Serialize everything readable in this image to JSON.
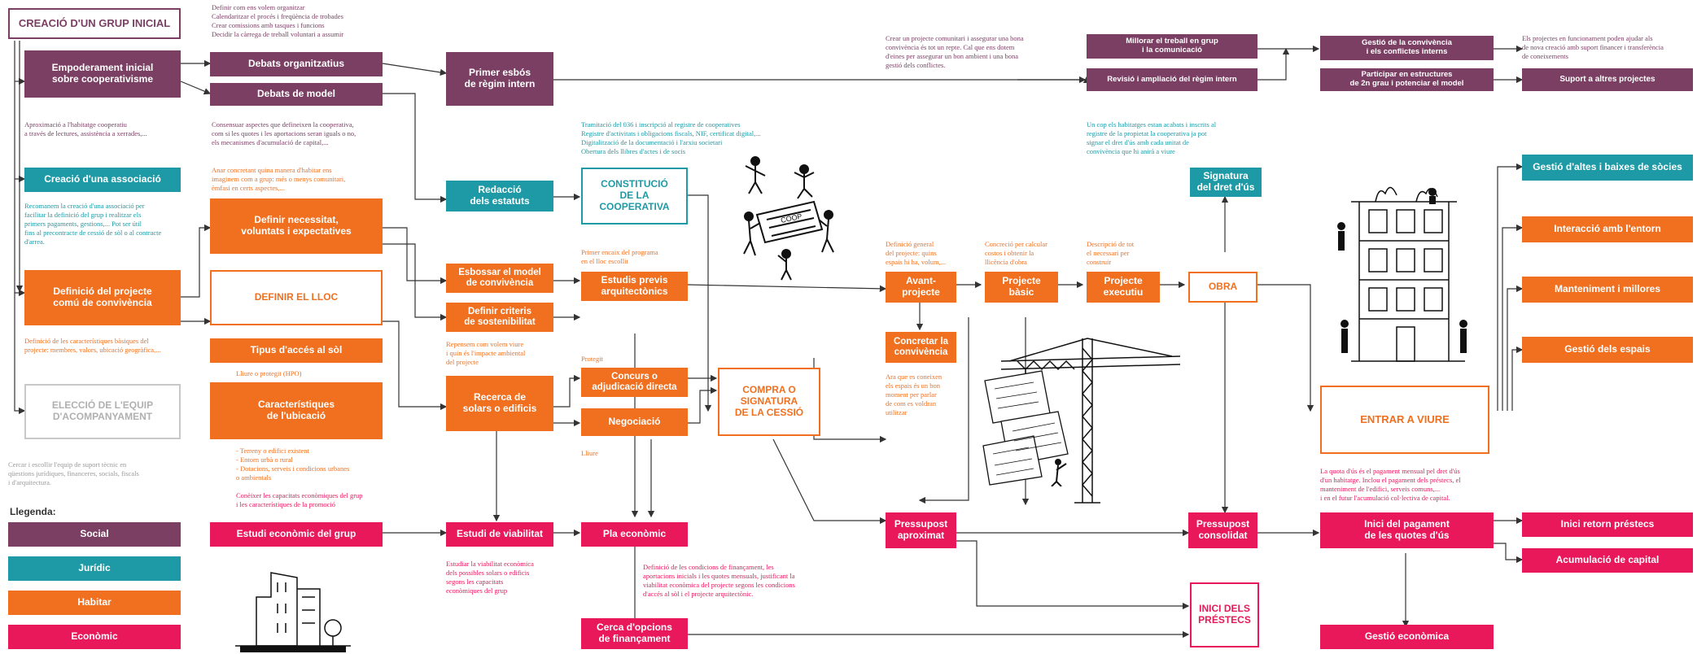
{
  "colors": {
    "social": "#7b3f63",
    "juridic": "#1e9aa6",
    "habitar": "#f07020",
    "economic": "#e8185a"
  },
  "boxes": {
    "creacio_grup": "CREACIÓ D'UN GRUP INICIAL",
    "empoderament": "Empoderament inicial\nsobre cooperativisme",
    "debats_org": "Debats organitzatius",
    "debats_model": "Debats de model",
    "primer_esbos": "Primer esbós\nde règim intern",
    "millorar": "Millorar el treball en grup\ni la comunicació",
    "revisio": "Revisió i ampliació del règim intern",
    "gestio_convivencia": "Gestió de la convivència\ni els conflictes interns",
    "participar": "Participar en estructures\nde 2n grau i potenciar el model",
    "suport": "Suport a altres projectes",
    "creacio_assoc": "Creació d'una associació",
    "redaccio": "Redacció\ndels estatuts",
    "constitucio": "CONSTITUCIÓ\nDE LA\nCOOPERATIVA",
    "signatura": "Signatura\ndel dret d'ús",
    "gestio_altes": "Gestió d'altes i baixes de sòcies",
    "definir_necessitats": "Definir necessitat,\nvoluntats i expectatives",
    "definicio_projecte": "Definició del projecte\ncomú de convivència",
    "definir_lloc": "DEFINIR EL LLOC",
    "tipus_acces": "Tipus d'accés al sòl",
    "caracteristiques": "Característiques\nde l'ubicació",
    "esbossar": "Esbossar el model\nde convivència",
    "criteris": "Definir criteris\nde sostenibilitat",
    "estudis_previs": "Estudis previs\narquitectònics",
    "recerca": "Recerca de\nsolars o edificis",
    "concurs": "Concurs o\nadjudicació directa",
    "negociacio": "Negociació",
    "compra": "COMPRA O\nSIGNATURA\nDE LA CESSIÓ",
    "avantprojecte": "Avant-\nprojecte",
    "projecte_basic": "Projecte\nbàsic",
    "projecte_executiu": "Projecte\nexecutiu",
    "obra": "OBRA",
    "concretar": "Concretar la\nconvivència",
    "interaccio": "Interacció amb l'entorn",
    "manteniment": "Manteniment i millores",
    "gestio_espais": "Gestió dels espais",
    "entrar_viure": "ENTRAR A VIURE",
    "eleccio_equip": "ELECCIÓ DE L'EQUIP\nD'ACOMPANYAMENT",
    "estudi_economic": "Estudi econòmic del grup",
    "estudi_viabilitat": "Estudi de viabilitat",
    "pla_economic": "Pla econòmic",
    "pressupost_aprox": "Pressupost\naproximat",
    "pressupost_consol": "Pressupost\nconsolidat",
    "inici_pagament": "Inici del pagament\nde les quotes d'ús",
    "inici_retorn": "Inici retorn préstecs",
    "acumulacio": "Acumulació de capital",
    "cerca_opcions": "Cerca d'opcions\nde finançament",
    "inici_prestecs": "INICI DELS\nPRÉSTECS",
    "gestio_economica": "Gestió econòmica"
  },
  "notes": {
    "debats": "Definir com ens volem organitzar\nCalendaritzar el procés i freqüència de trobades\nCrear comissions amb tasques i funcions\nDecidir la càrrega de treball voluntari a assumir",
    "empoderament": "Aproximació a l'habitatge cooperatiu\na través de lectures, assistència a xerrades,...",
    "model": "Consensuar aspectes que defineixen la cooperativa,\ncom si les quotes i les aportacions seran iguals o no,\nels mecanismes d'acumulació de capital,...",
    "imaginar": "Anar concretant quina manera d'habitar ens\nimaginem com a grup: més o menys comunitari,\nèmfasi en certs aspectes,...",
    "associacio": "Recomanem la creació d'una associació per\nfacilitar la definició del grup i realitzar els\nprimers pagaments, gestions,... Pot ser útil\nfins al precontracte de cessió de sòl o al contracte\nd'arrea.",
    "definicio": "Definició de les característiques bàsiques del\nprojecte: membres, valors, ubicació geogràfica,...",
    "acces": "Lliure o protegit (HPO)",
    "caract": "- Terreny o edifici existent\n- Entorn urbà o rural\n- Dotacions, serveis i condicions urbanes\n  o ambientals",
    "capacitats": "Conèixer les capacitats econòmiques del grup\ni les característiques de la promoció",
    "juridic": "Tramitació del 036 i inscripció al registre de cooperatives\nRegistre d'activitats i obligacions fiscals, NIF, certificat digital,...\nDigitalització de la documentació i l'arxiu societari\nObertura dels llibres d'actes i de socis",
    "comunitari": "Crear un projecte comunitari i assegurar una bona\nconvivència és tot un repte. Cal que ens dotem\nd'eines per assegurar un bon ambient i una bona\ngestió dels conflictes.",
    "suport": "Els projectes en funcionament poden ajudar als\nde nova creació amb suport financer i transferència\nde coneixements",
    "signatura": "Un cop els habitatges estan acabats i inscrits al\nregistre de la propietat la cooperativa ja pot\nsignar el dret d'ús amb cada unitat de\nconvivència que hi anirà a viure",
    "primer_encaix": "Primer encaix del programa\nen el lloc escollit",
    "repensem": "Repensem com volem viure\ni quin és l'impacte ambiental\ndel projecte",
    "protegit": "Protegit",
    "lliure": "Lliure",
    "definicio_general": "Definició general\ndel projecte: quins\nespais hi ha, volum,...",
    "concrecio": "Concreció per calcular\ncostos i obtenir la\nllicència d'obra",
    "descripcio": "Descripció de tot\nel necessari per\nconstruir",
    "ara_que": "Ara que es coneixen\nels espais és un bon\nmoment per parlar\nde com es voldran\nutilitzar",
    "eleccio": "Cercar i escollir l'equip de suport tècnic en\nqüestions jurídiques, financeres, socials, fiscals\ni d'arquitectura.",
    "viabilitat": "Estudiar la viabilitat econòmica\ndels possibles solars o edificis\nsegons les capacitats\neconòmiques del grup",
    "financament": "Definició de les condicions de finançament, les\naportacions inicials i les quotes mensuals, justificant la\nviabilitat econòmica del projecte segons les condicions\nd'accés al sòl i el projecte arquitectònic.",
    "quota": "La quota d'ús és el pagament mensual pel dret d'ús\nd'un habitatge. Inclou el pagament dels préstecs, el\nmanteniment de l'edifici, serveis comuns,...\ni en el futur l'acumulació col·lectiva de capital."
  },
  "legend": {
    "title": "Llegenda:",
    "items": [
      {
        "label": "Social",
        "color": "#7b3f63"
      },
      {
        "label": "Jurídic",
        "color": "#1e9aa6"
      },
      {
        "label": "Habitar",
        "color": "#f07020"
      },
      {
        "label": "Econòmic",
        "color": "#e8185a"
      }
    ]
  },
  "illustrations": {
    "cooperativa_sign": "COOP"
  }
}
